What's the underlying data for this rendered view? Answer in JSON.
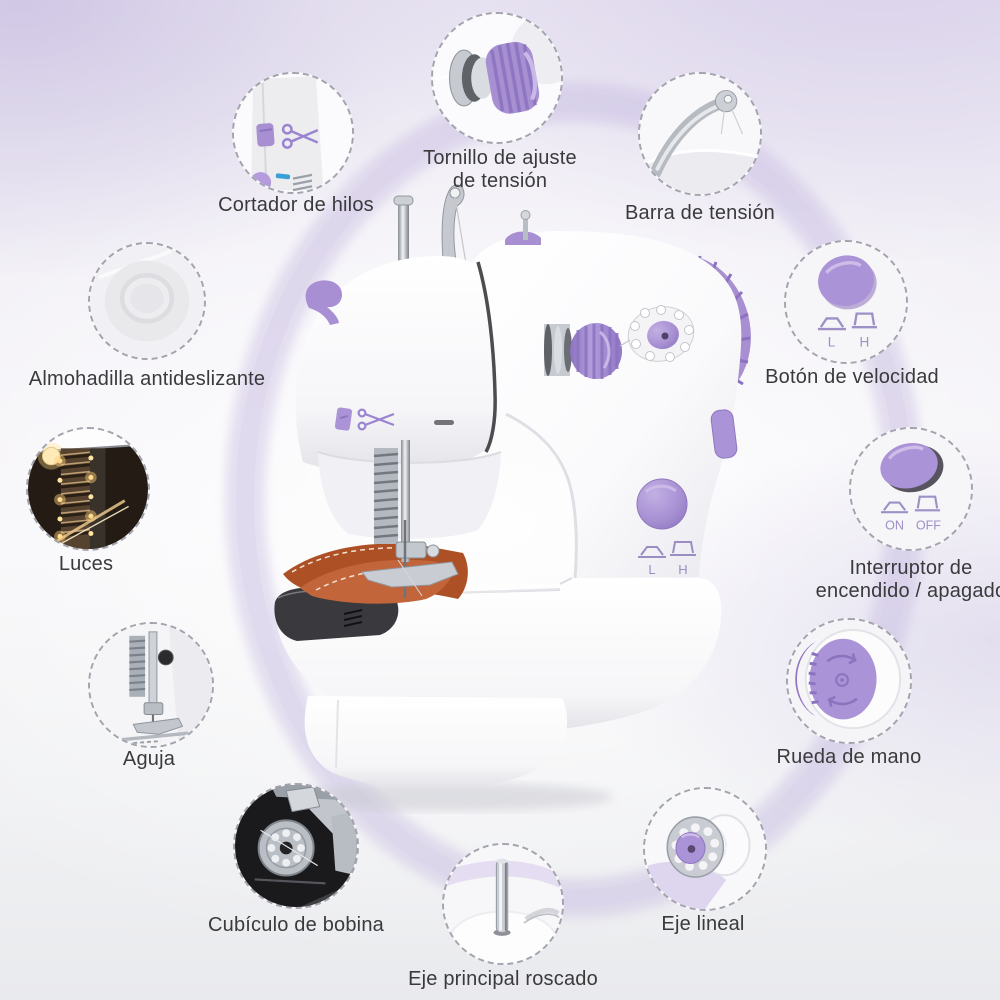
{
  "colors": {
    "accent_purple": "#a78fd2",
    "accent_purple_dark": "#8b73c0",
    "accent_purple_light": "#c2b0e4",
    "label_text": "#3a3a3c",
    "dashed_ring": "#a3a3ad",
    "fabric_orange": "#b85a31",
    "glow_amber": "#ffd98a",
    "background_ring": "#c8bde2"
  },
  "machine": {
    "speed_low": "L",
    "speed_high": "H"
  },
  "parts": [
    {
      "id": "cortador",
      "label": "Cortador de hilos",
      "icon": "thread-cutter-icon"
    },
    {
      "id": "tornillo",
      "label": "Tornillo de ajuste",
      "label2": "de tensión",
      "icon": "tension-screw-icon"
    },
    {
      "id": "barra",
      "label": "Barra de tensión",
      "icon": "tension-bar-icon"
    },
    {
      "id": "almohadilla",
      "label": "Almohadilla antideslizante",
      "icon": "non-slip-pad-icon"
    },
    {
      "id": "velocidad",
      "label": "Botón de velocidad",
      "icon": "speed-button-icon",
      "low": "L",
      "high": "H"
    },
    {
      "id": "luces",
      "label": "Luces",
      "icon": "lights-icon"
    },
    {
      "id": "interruptor",
      "label": "Interruptor de",
      "label2": "encendido / apagado",
      "icon": "power-switch-icon",
      "on": "ON",
      "off": "OFF"
    },
    {
      "id": "aguja",
      "label": "Aguja",
      "icon": "needle-icon"
    },
    {
      "id": "rueda",
      "label": "Rueda de mano",
      "icon": "hand-wheel-icon"
    },
    {
      "id": "cubiculo",
      "label": "Cubículo de bobina",
      "icon": "bobbin-case-icon"
    },
    {
      "id": "eje_lineal",
      "label": "Eje lineal",
      "icon": "linear-shaft-icon"
    },
    {
      "id": "eje_principal",
      "label": "Eje principal roscado",
      "icon": "threaded-main-shaft-icon"
    }
  ]
}
